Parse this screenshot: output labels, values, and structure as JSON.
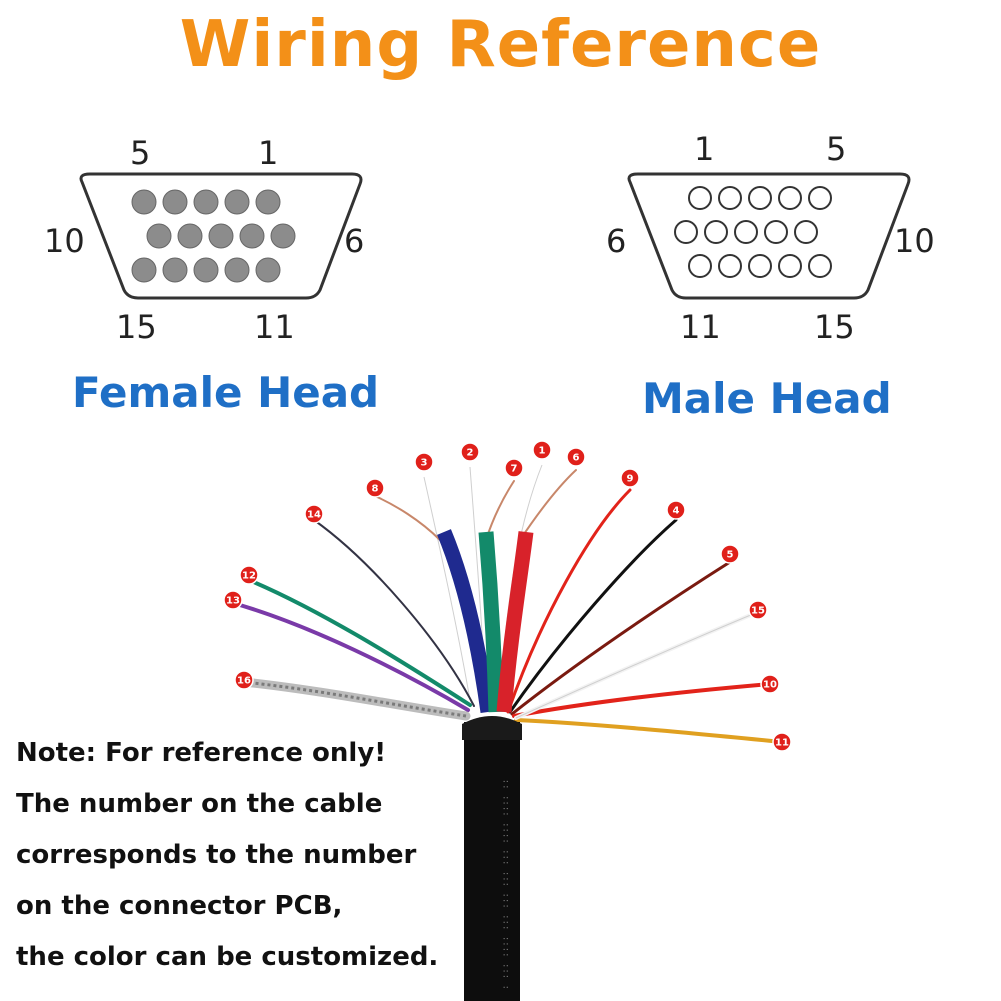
{
  "title": "Wiring Reference",
  "colors": {
    "title": "#f39018",
    "label": "#1f6fc6",
    "marker": "#e0201a"
  },
  "female_head": {
    "label": "Female Head",
    "pin_labels": {
      "top_left": "5",
      "top_right": "1",
      "mid_left": "10",
      "mid_right": "6",
      "bottom_left": "15",
      "bottom_right": "11"
    }
  },
  "male_head": {
    "label": "Male Head",
    "pin_labels": {
      "top_left": "1",
      "top_right": "5",
      "mid_left": "6",
      "mid_right": "10",
      "bottom_left": "11",
      "bottom_right": "15"
    }
  },
  "wires": [
    {
      "number": "1",
      "color": "#ffffff"
    },
    {
      "number": "2",
      "color": "#ffffff"
    },
    {
      "number": "3",
      "color": "#ffffff"
    },
    {
      "number": "4",
      "color": "#111111"
    },
    {
      "number": "5",
      "color": "#7a1a10"
    },
    {
      "number": "6",
      "color": "#c8876a"
    },
    {
      "number": "7",
      "color": "#c8876a"
    },
    {
      "number": "8",
      "color": "#c8876a"
    },
    {
      "number": "9",
      "color": "#e2231a"
    },
    {
      "number": "10",
      "color": "#e2231a"
    },
    {
      "number": "11",
      "color": "#e0a020"
    },
    {
      "number": "12",
      "color": "#138a6a"
    },
    {
      "number": "13",
      "color": "#7a3aa8"
    },
    {
      "number": "14",
      "color": "#333344"
    },
    {
      "number": "15",
      "color": "#f2f2f2"
    },
    {
      "number": "16",
      "color": "#9a9a9a"
    }
  ],
  "note_lines": [
    "Note: For reference only!",
    "The number on the cable",
    "corresponds to the number",
    "on the connector PCB,",
    "the color can be customized."
  ]
}
